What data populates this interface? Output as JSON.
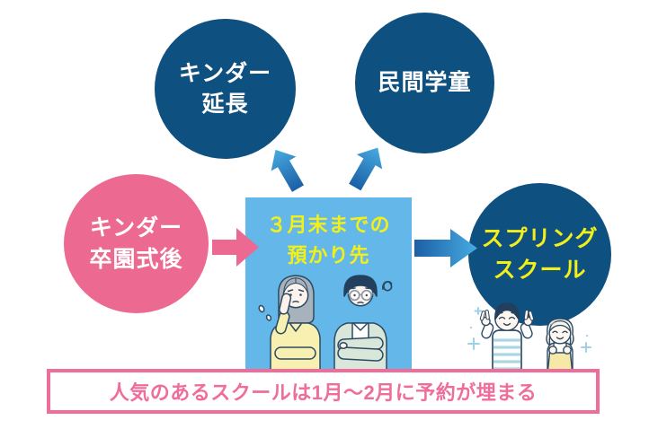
{
  "canvas": {
    "background": "#ffffff"
  },
  "nodes": {
    "kinder_extension": {
      "lines": [
        "キンダー",
        "延長"
      ],
      "bg": "#0e5080",
      "text_color": "#ffffff"
    },
    "private_afterschool": {
      "lines": [
        "民間学童"
      ],
      "bg": "#0e5080",
      "text_color": "#ffffff"
    },
    "after_kinder_graduation": {
      "lines": [
        "キンダー",
        "卒園式後"
      ],
      "bg": "#ec6a92",
      "text_color": "#ffffff"
    },
    "care_until_end_of_march": {
      "lines": [
        "３月末までの",
        "預かり先"
      ],
      "bg": "#63b7e9",
      "text_color": "#f3ef18"
    },
    "spring_school": {
      "lines": [
        "スプリング",
        "スクール"
      ],
      "bg": "#0e5080",
      "text_color": "#f3ef18"
    }
  },
  "banner": {
    "text": "人気のあるスクールは1月〜2月に予約が埋まる",
    "border_color": "#ee6d9b",
    "text_color": "#ee6d9b",
    "bg": "#ffffff"
  },
  "arrows": {
    "pink": "#ec6a92",
    "blue_gradient_dark": "#1b5fa6",
    "blue_gradient_light": "#47abe0"
  },
  "illustrations": {
    "parents": "worried-parents-illustration",
    "children": "happy-children-illustration"
  }
}
